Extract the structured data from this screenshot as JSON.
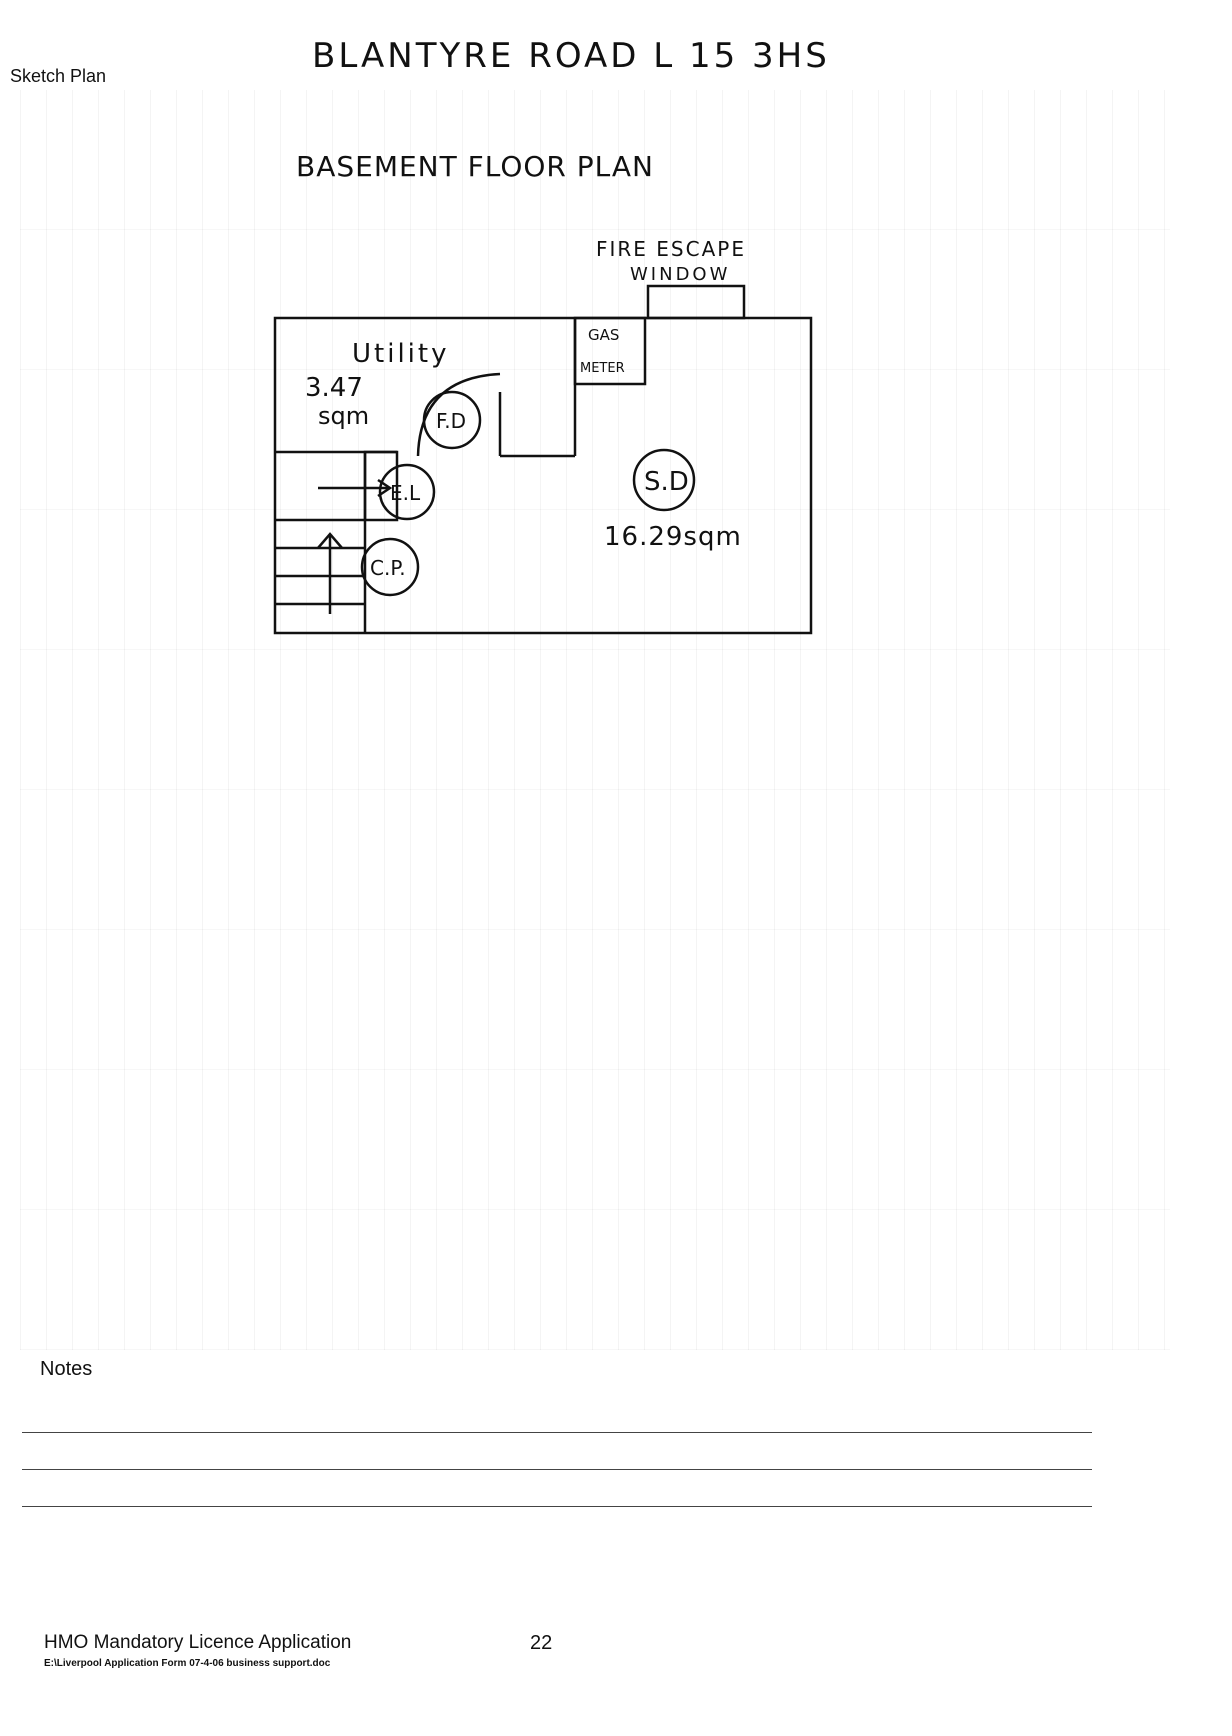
{
  "header": {
    "sketch_plan_label": "Sketch Plan",
    "title": "BLANTYRE ROAD  L 15  3HS",
    "subtitle": "BASEMENT FLOOR PLAN"
  },
  "plan": {
    "fire_escape_line1": "FIRE ESCAPE",
    "fire_escape_line2": "WINDOW",
    "gas_meter_line1": "GAS",
    "gas_meter_line2": "METER",
    "utility_label": "Utility",
    "utility_area_line1": "3.47",
    "utility_area_line2": "sqm",
    "fd_label": "F.D",
    "el_label": "E.L",
    "cp_label": "C.P.",
    "sd_label": "S.D",
    "main_area": "16.29sqm"
  },
  "notes": {
    "label": "Notes"
  },
  "footer": {
    "title": "HMO Mandatory Licence Application",
    "path": "E:\\Liverpool Application Form 07-4-06 business support.doc",
    "page_number": "22"
  }
}
